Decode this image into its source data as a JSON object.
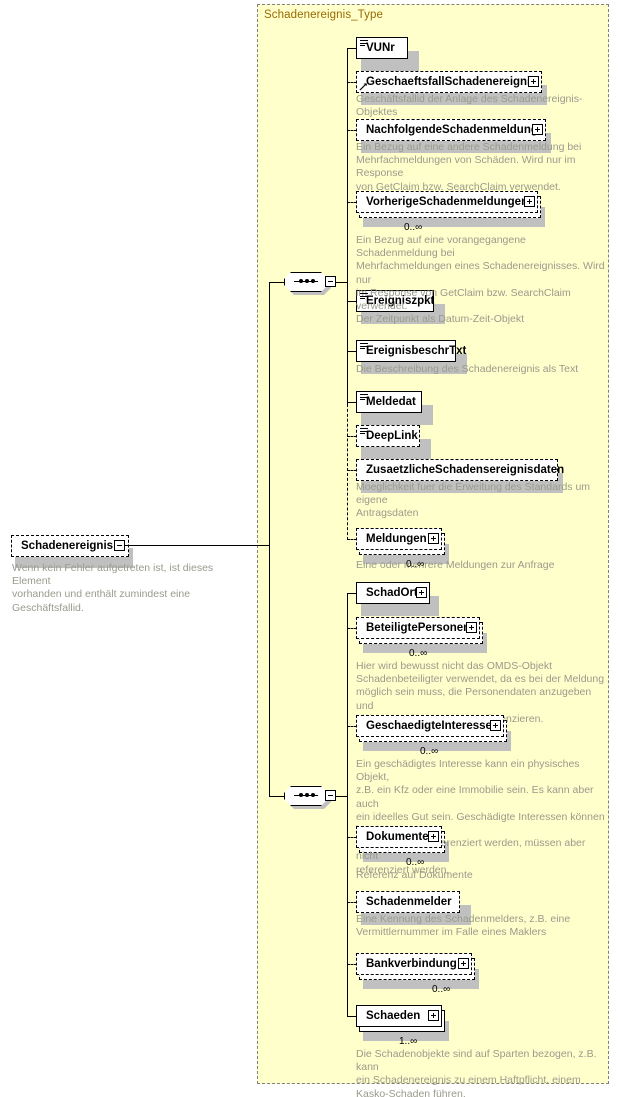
{
  "diagram": {
    "type_name": "Schadenereignis_Type",
    "root": {
      "name": "Schadenereignis",
      "annotation": "Wenn kein Fehler aufgetreten ist, ist dieses Element\nvorhanden und enthält zumindest eine Geschäftsfallid.",
      "optional": true,
      "collapse_glyph": "−"
    },
    "colors": {
      "container_fill": "#ffffcc",
      "container_border": "#808080",
      "type_title": "#9a6a00",
      "annotation": "#9a9a8c",
      "node_fill": "#ffffff",
      "node_border": "#000000",
      "shadow": "#c0c0c0"
    },
    "groups": [
      {
        "compositor": "sequence",
        "elements": [
          {
            "name": "VUNr",
            "optional": false,
            "kind": "simple",
            "expandable": false,
            "repeating": false,
            "occurrence": "",
            "annotation": ""
          },
          {
            "name": "GeschaeftsfallSchadenereignis",
            "optional": true,
            "kind": "reference",
            "expandable": true,
            "repeating": false,
            "occurrence": "",
            "annotation": "Geschäftsfallid der Anlage des Schadenereignis-Objektes"
          },
          {
            "name": "NachfolgendeSchadenmeldung",
            "optional": true,
            "kind": "complex",
            "expandable": true,
            "repeating": false,
            "occurrence": "",
            "annotation": "Ein Bezug auf eine andere Schadenmeldung bei\nMehrfachmeldungen von Schäden. Wird nur im Response\nvon GetClaim bzw. SearchClaim verwendet."
          },
          {
            "name": "VorherigeSchadenmeldungen",
            "optional": true,
            "kind": "complex",
            "expandable": true,
            "repeating": true,
            "occurrence": "0..∞",
            "annotation": "Ein Bezug auf eine vorangegangene Schadenmeldung bei\nMehrfachmeldungen eines Schadenereignisses. Wird nur\nim Response von GetClaim bzw. SearchClaim\nverwendet."
          },
          {
            "name": "Ereigniszpkt",
            "optional": false,
            "kind": "simple",
            "expandable": false,
            "repeating": false,
            "occurrence": "",
            "annotation": "Der Zeitpunkt als Datum-Zeit-Objekt"
          },
          {
            "name": "EreignisbeschrTxt",
            "optional": false,
            "kind": "simple",
            "expandable": false,
            "repeating": false,
            "occurrence": "",
            "annotation": "Die Beschreibung des Schadenereignis als Text"
          },
          {
            "name": "Meldedat",
            "optional": false,
            "kind": "simple",
            "expandable": false,
            "repeating": false,
            "occurrence": "",
            "annotation": ""
          },
          {
            "name": "DeepLink",
            "optional": true,
            "kind": "simple",
            "expandable": false,
            "repeating": false,
            "occurrence": "",
            "annotation": ""
          },
          {
            "name": "ZusaetzlicheSchadensereignisdaten",
            "optional": true,
            "kind": "complex",
            "expandable": false,
            "repeating": false,
            "occurrence": "",
            "annotation": "Moeglichkeit fuer die Erweitung des Standards um eigene\nAntragsdaten"
          },
          {
            "name": "Meldungen",
            "optional": true,
            "kind": "complex",
            "expandable": true,
            "repeating": true,
            "occurrence": "0..∞",
            "annotation": "Eine oder mehrere Meldungen zur Anfrage"
          }
        ]
      },
      {
        "compositor": "sequence",
        "elements": [
          {
            "name": "SchadOrt",
            "optional": false,
            "kind": "complex",
            "expandable": true,
            "repeating": false,
            "occurrence": "",
            "annotation": ""
          },
          {
            "name": "BeteiligtePersonen",
            "optional": true,
            "kind": "complex",
            "expandable": true,
            "repeating": true,
            "occurrence": "0..∞",
            "annotation": "Hier wird bewusst nicht das OMDS-Objekt\nSchadenbeteiligter verwendet, da es bei der Meldung\nmöglich sein muss, die Personendaten anzugeben und\nnicht nur auf Personen zu referenzieren."
          },
          {
            "name": "GeschaedigteInteressen",
            "optional": true,
            "kind": "complex",
            "expandable": true,
            "repeating": true,
            "occurrence": "0..∞",
            "annotation": "Ein geschädigtes Interesse kann ein physisches Objekt,\nz.B. ein Kfz oder eine Immobilie sein. Es kann aber auch\nein ideelles Gut sein. Geschädigte Interessen können im\nSchadenobjekt referenziert werden, müssen aber nicht\nreferenziert werden."
          },
          {
            "name": "Dokumente",
            "optional": true,
            "kind": "complex",
            "expandable": true,
            "repeating": true,
            "occurrence": "0..∞",
            "annotation": "Referenz auf Dokumente"
          },
          {
            "name": "Schadenmelder",
            "optional": true,
            "kind": "complex",
            "expandable": false,
            "repeating": false,
            "occurrence": "",
            "annotation": "Eine Kennung des Schadenmelders, z.B. eine\nVermittlernummer im Falle eines Maklers"
          },
          {
            "name": "Bankverbindung",
            "optional": true,
            "kind": "complex",
            "expandable": true,
            "repeating": true,
            "occurrence": "0..∞",
            "annotation": ""
          },
          {
            "name": "Schaeden",
            "optional": false,
            "kind": "complex",
            "expandable": true,
            "repeating": true,
            "occurrence": "1..∞",
            "annotation": "Die Schadenobjekte sind auf Sparten bezogen, z.B. kann\nein Schadenereignis zu einem Haftpflicht, einem\nKasko-Schaden führen."
          }
        ]
      }
    ],
    "extra_occurrences": [
      {
        "for": "Bankverbindung",
        "value": "0..∞"
      }
    ]
  }
}
